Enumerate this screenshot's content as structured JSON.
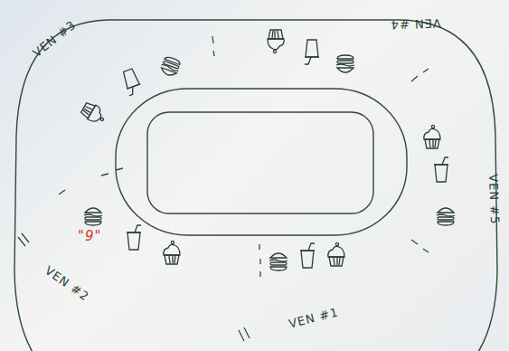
{
  "diagram": {
    "labels": [
      "VEN #3",
      "VEN #4",
      "VEN #5",
      "VEN #2",
      "VEN #1",
      "\"9\""
    ]
  }
}
